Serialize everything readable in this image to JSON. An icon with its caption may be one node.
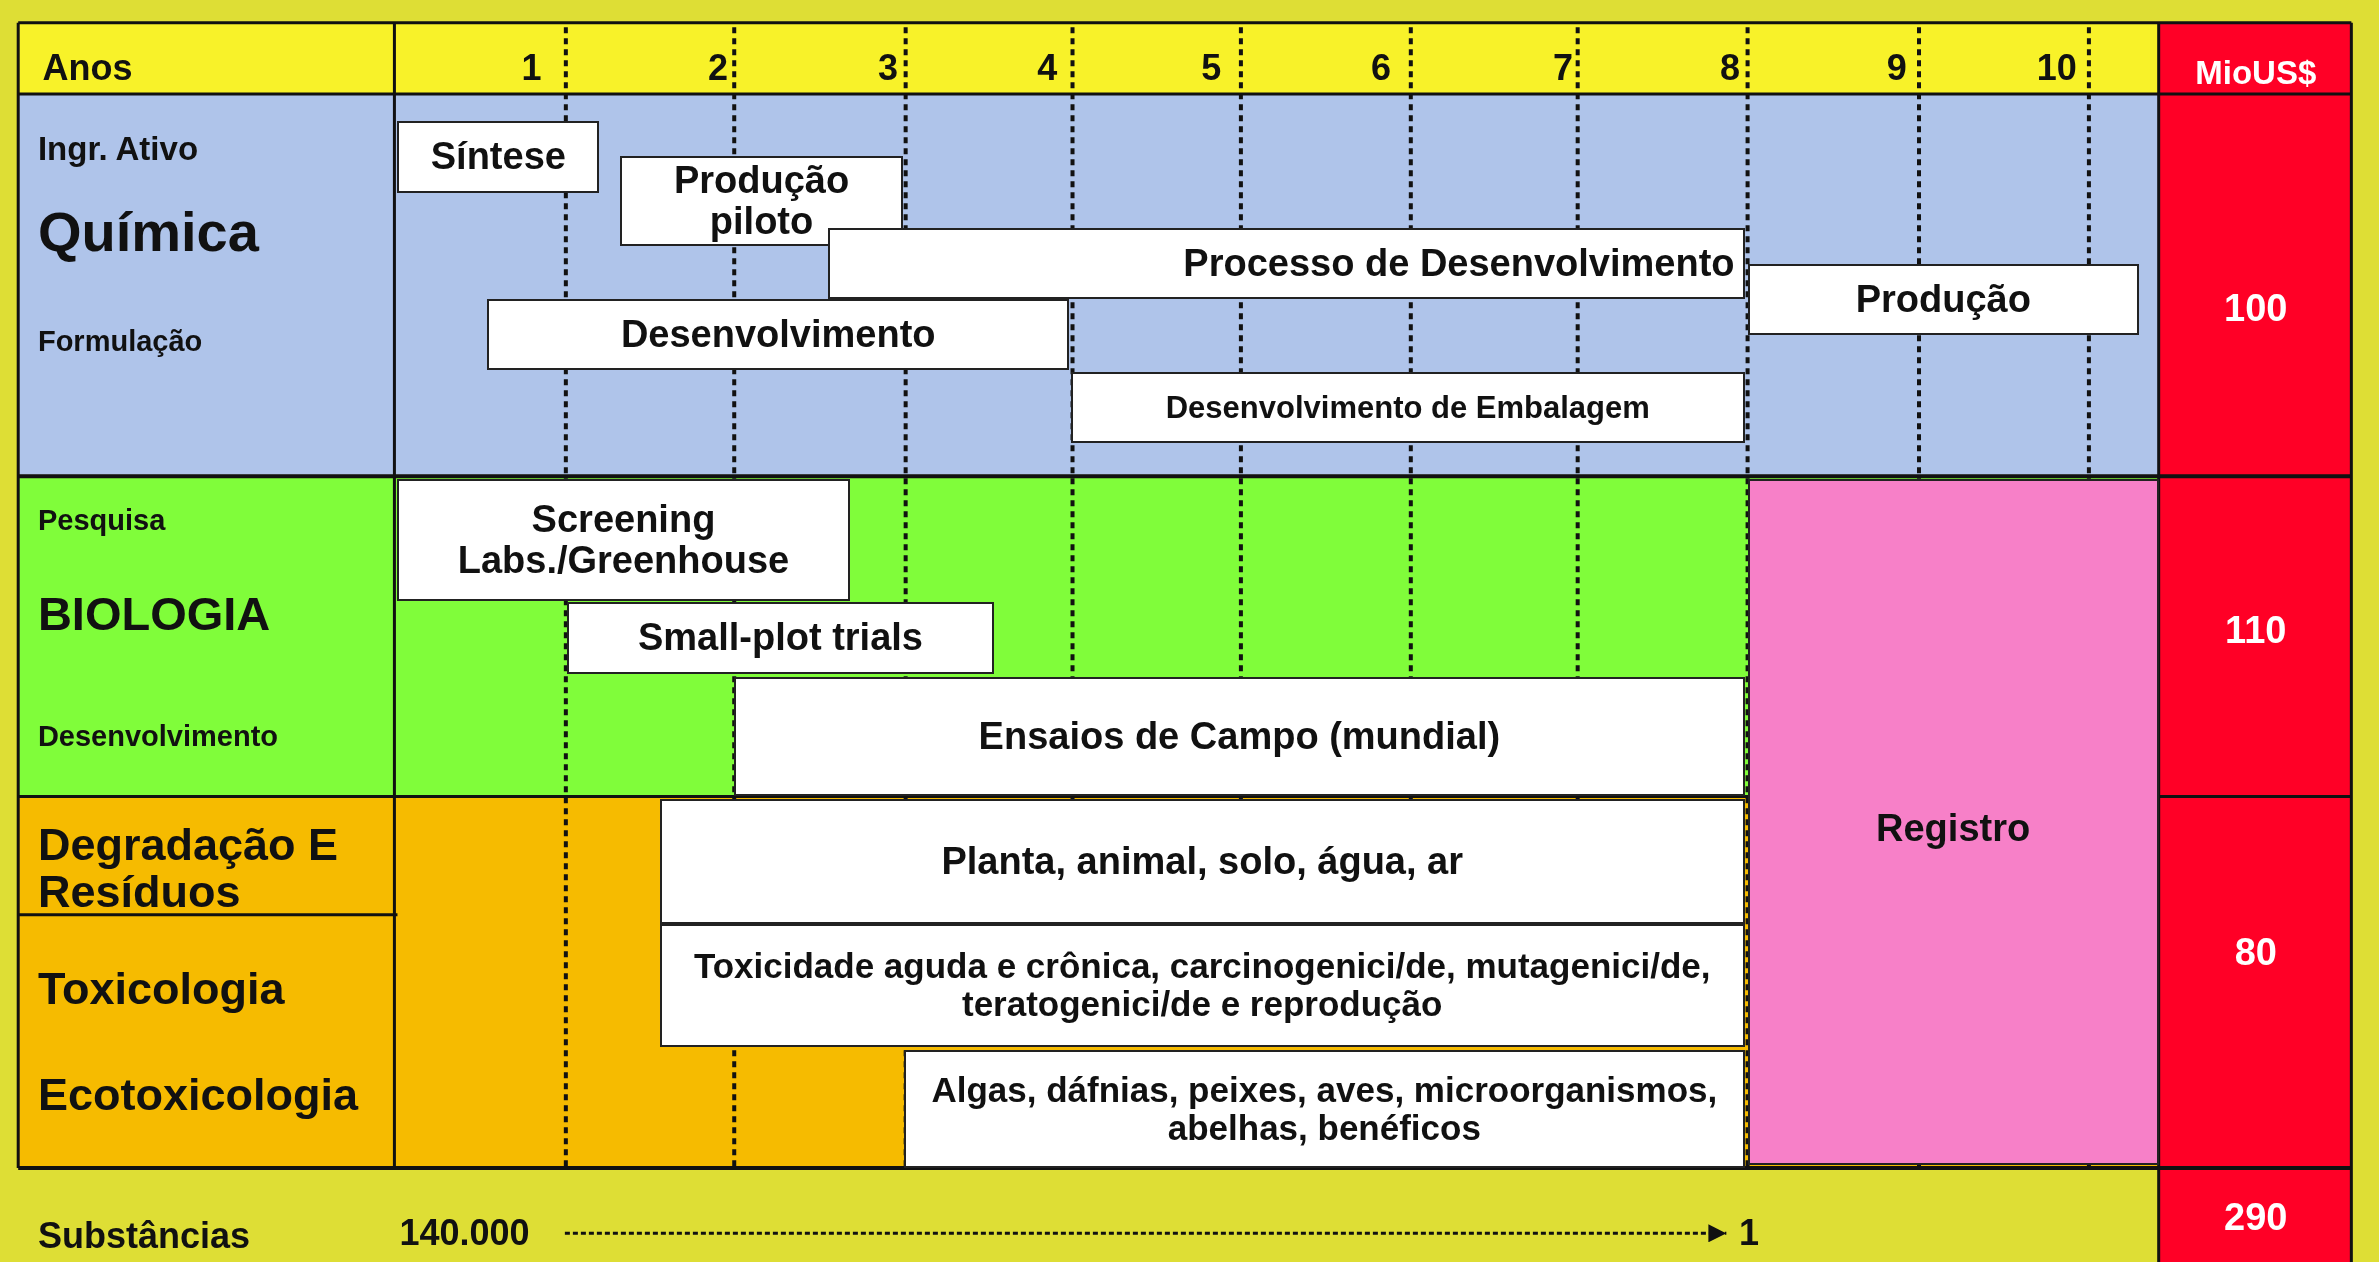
{
  "diagram": {
    "nodes": [
      {
        "text": [
          "Síntese"
        ]
      },
      {
        "text": [
          "Produção piloto"
        ]
      },
      {
        "text": [
          "Processo de Desenvolvimento"
        ]
      },
      {
        "text": [
          "Produção"
        ]
      },
      {
        "text": [
          "Desenvolvimento"
        ]
      },
      {
        "text": [
          "Desenvolvimento de Embalagem"
        ]
      },
      {
        "text": [
          "Screening Labs./Greenhouse"
        ]
      },
      {
        "text": [
          "Small-plot trials"
        ]
      },
      {
        "text": [
          "Registro"
        ]
      },
      {
        "text": [
          "Ensaios de Campo (mundial)"
        ]
      },
      {
        "text": [
          "Planta, animal, solo, água, ar"
        ]
      },
      {
        "text": [
          "Toxicidade aguda e crônica, carcinogenici/de, mutagenici/de, teratogenici/de e reprodução"
        ]
      },
      {
        "text": [
          "Algas, dáfnias, peixes, aves, microorganismos, abelhas, benéficos"
        ]
      },
      {
        "text": [
          "140.000"
        ]
      },
      {
        "text": [
          "1"
        ]
      }
    ],
    "edges": [
      {
        "from": 13,
        "to": 14,
        "arrow": "to",
        "style": "dashed"
      }
    ],
    "labels": [
      "Anos",
      "1",
      "2",
      "3",
      "4",
      "5",
      "6",
      "7",
      "8",
      "9",
      "10",
      "MioUS$",
      "Ingr. Ativo",
      "Química",
      "Formulação",
      "100",
      "Pesquisa",
      "BIOLOGIA",
      "Desenvolvimento",
      "110",
      "Degradação E Resíduos",
      "Toxicologia",
      "80",
      "Ecotoxicologia",
      "Substâncias",
      "290"
    ]
  }
}
